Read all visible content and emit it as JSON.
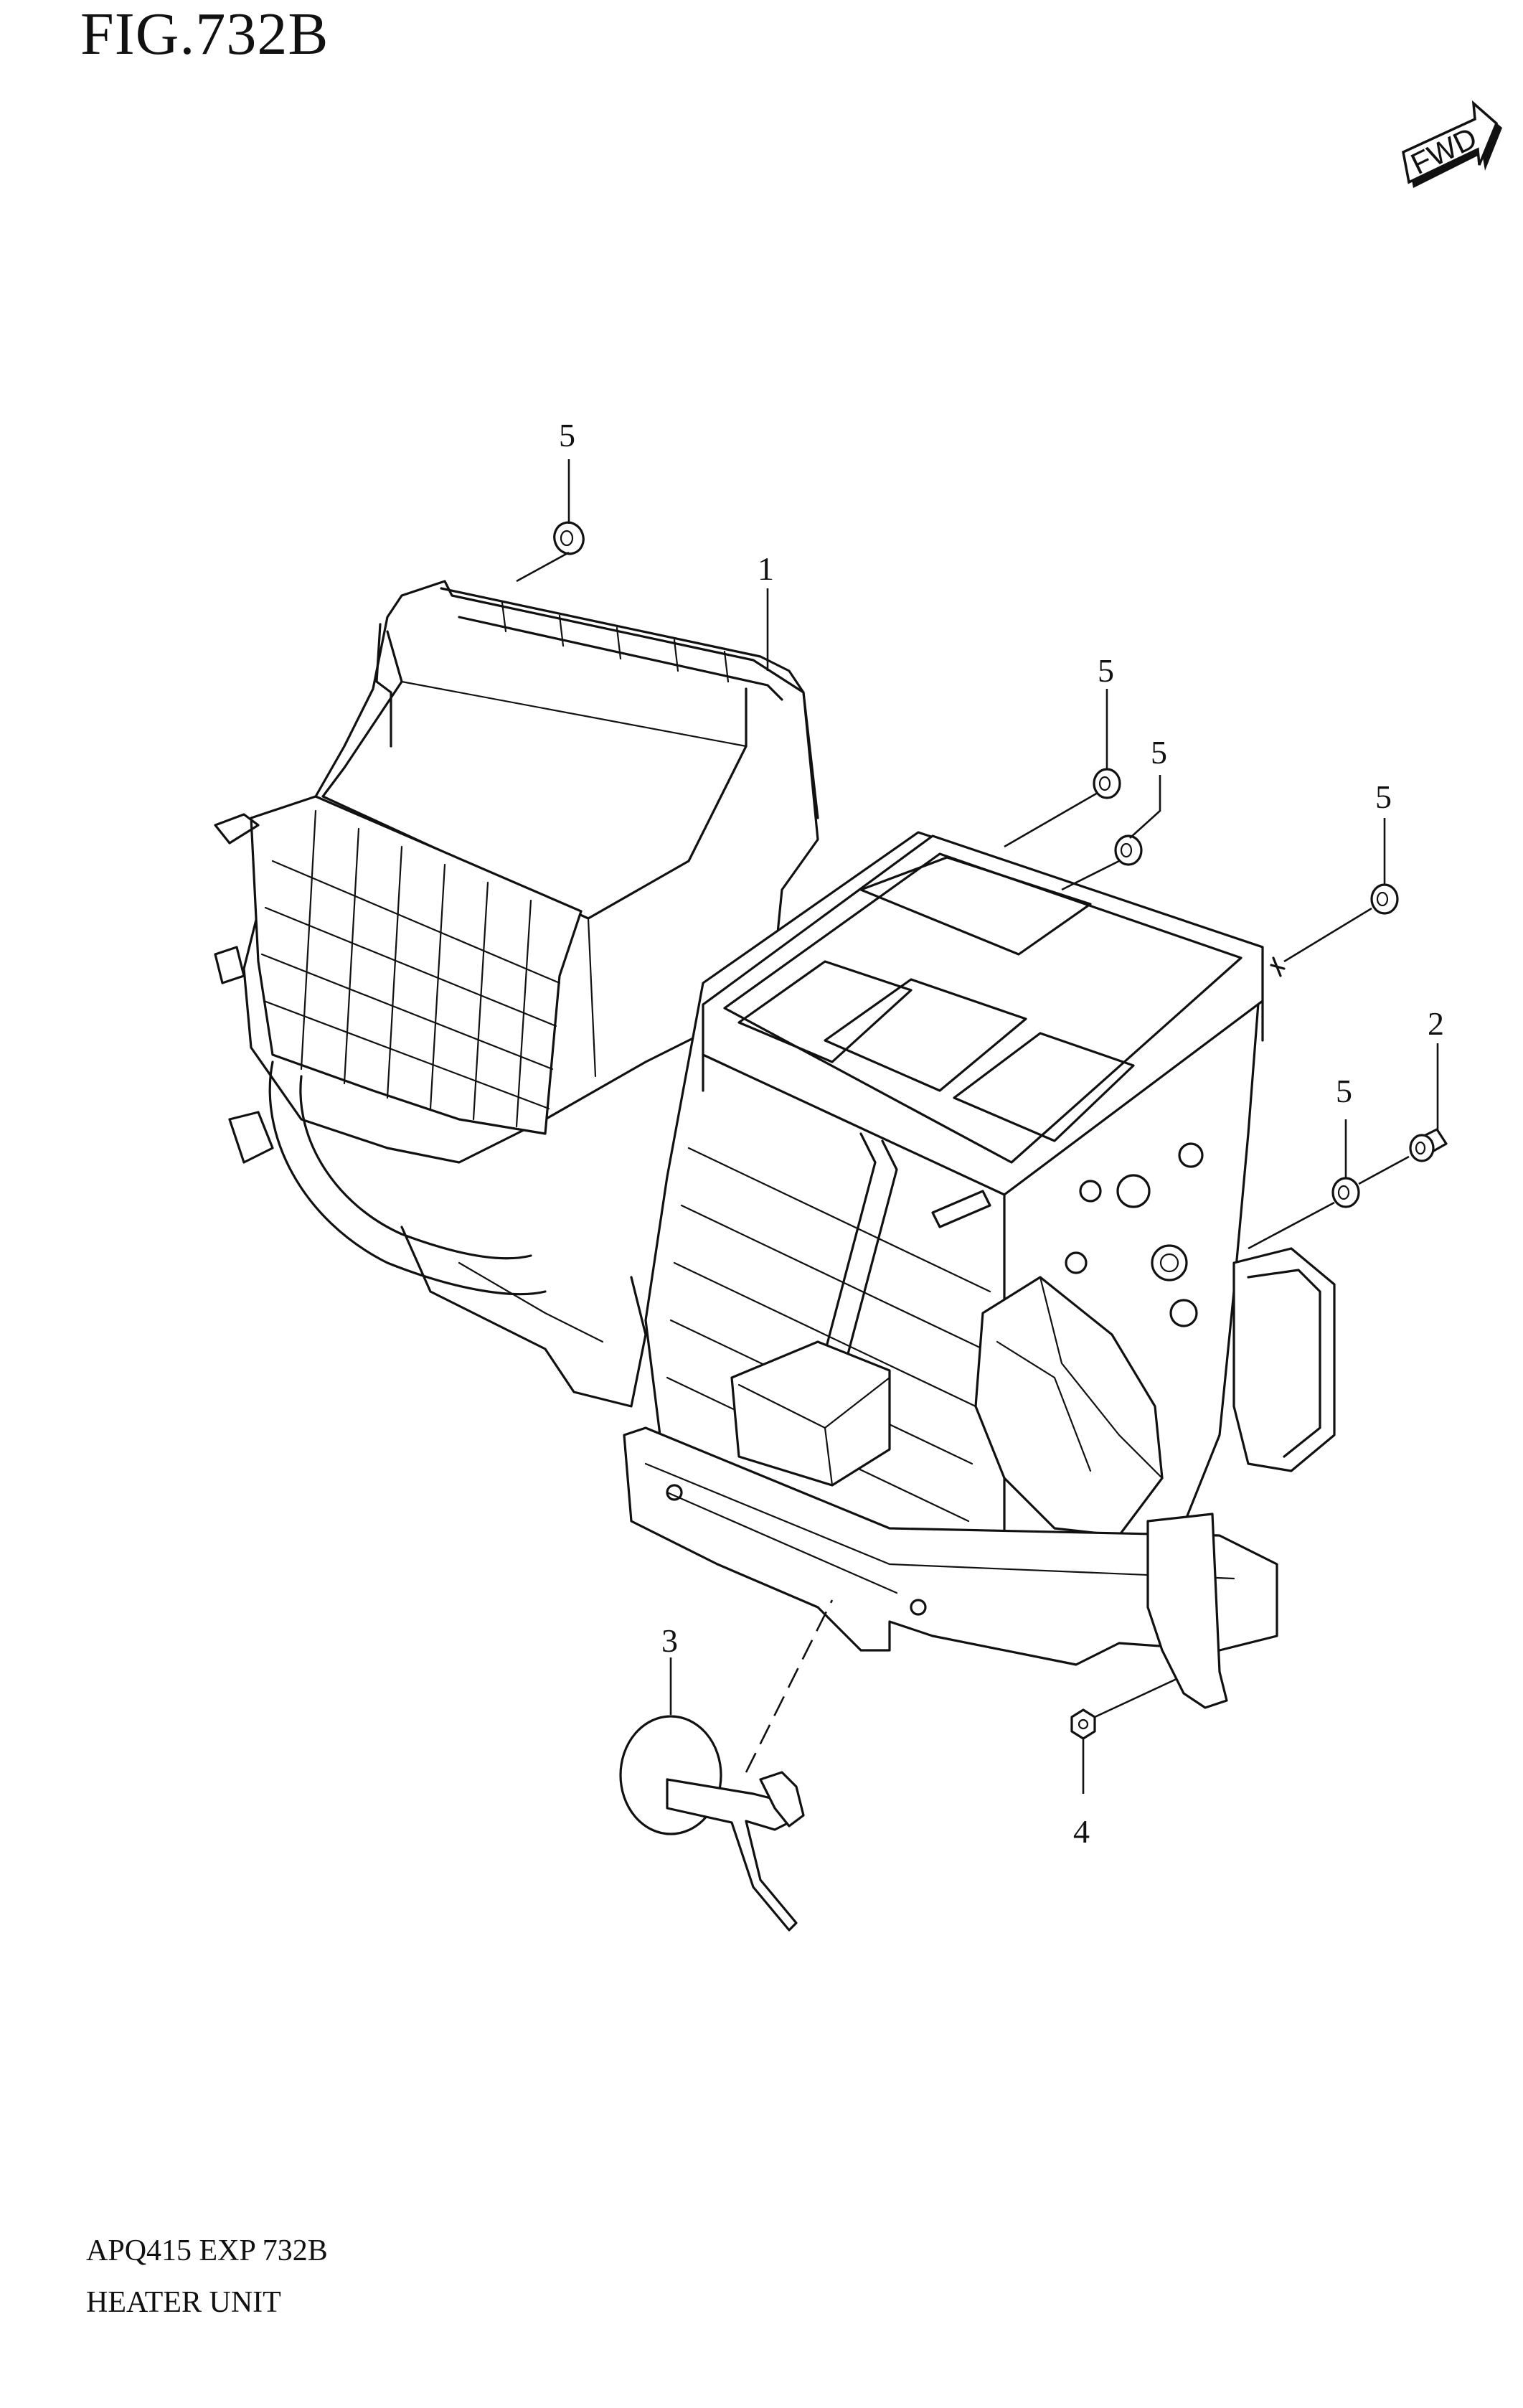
{
  "figure": {
    "title": "FIG.732B",
    "direction_badge": "FWD"
  },
  "footer": {
    "code": "APQ415 EXP 732B",
    "name": "HEATER UNIT"
  },
  "callouts": [
    {
      "id": "c1",
      "label": "1"
    },
    {
      "id": "c2",
      "label": "2"
    },
    {
      "id": "c3",
      "label": "3"
    },
    {
      "id": "c4",
      "label": "4"
    },
    {
      "id": "c5a",
      "label": "5"
    },
    {
      "id": "c5b",
      "label": "5"
    },
    {
      "id": "c5c",
      "label": "5"
    },
    {
      "id": "c5d",
      "label": "5"
    },
    {
      "id": "c5e",
      "label": "5"
    }
  ]
}
